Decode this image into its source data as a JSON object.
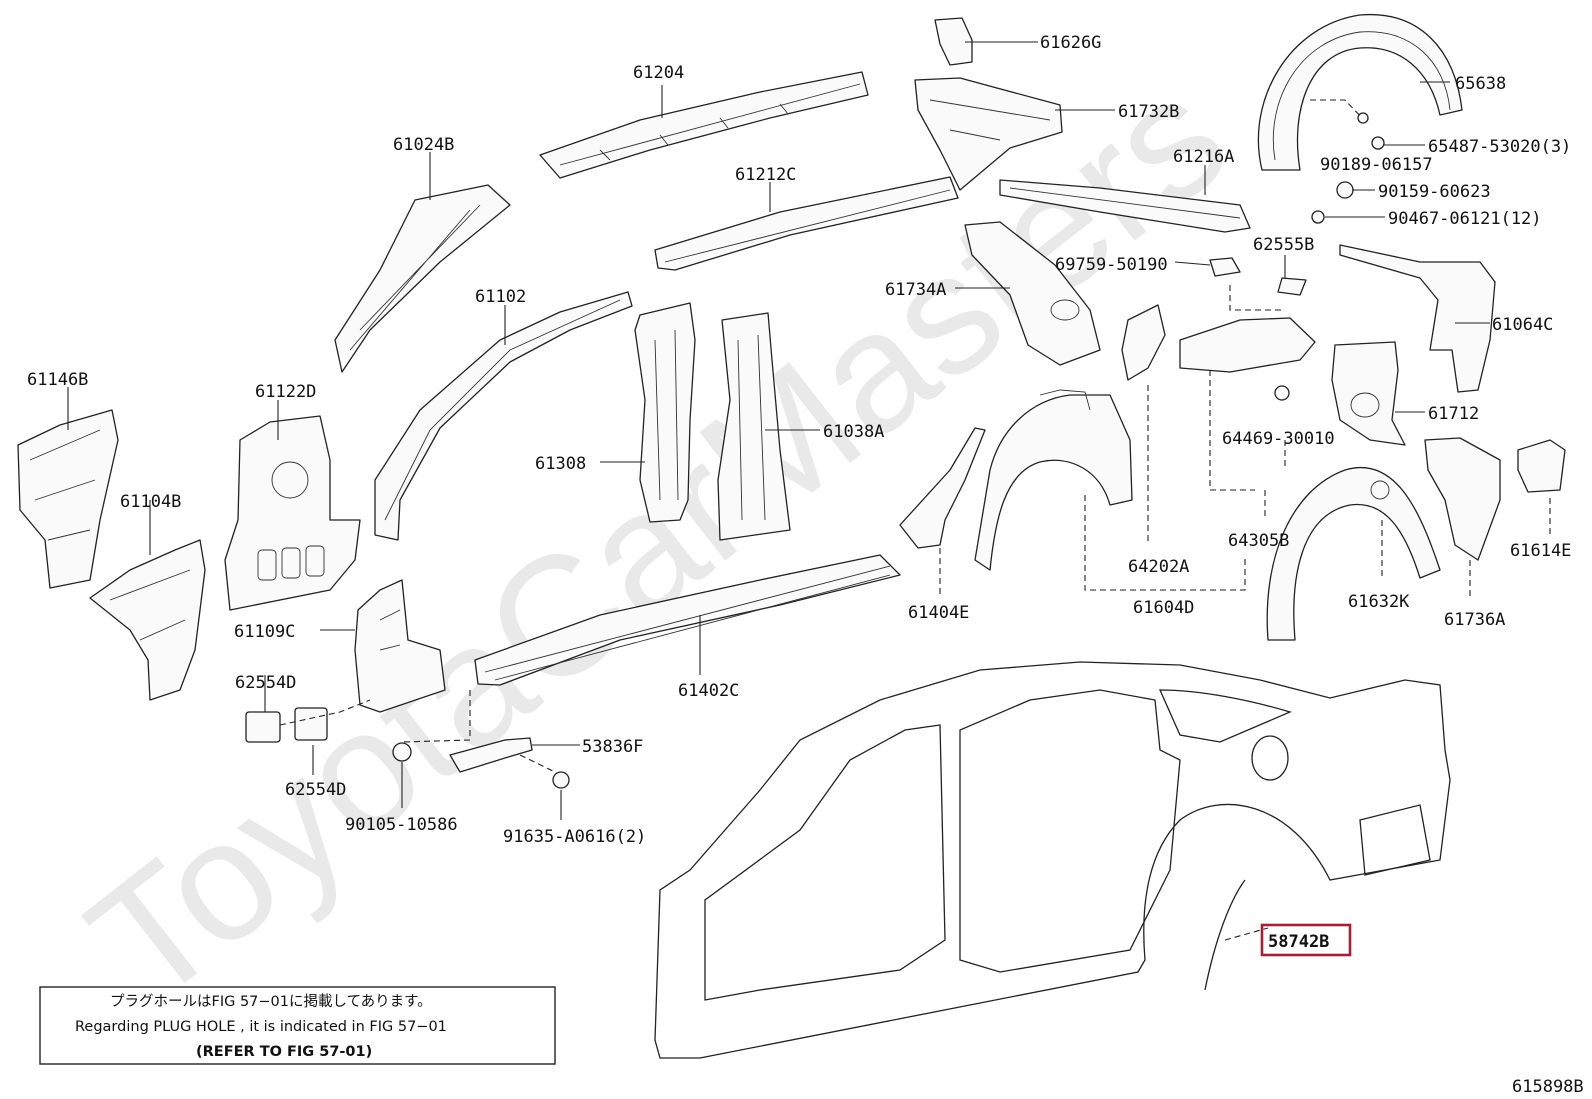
{
  "watermark": "ToyotaCarMasters",
  "diagram_id": "615898B",
  "highlight_color": "#a32035",
  "highlighted_part": "58742B",
  "callouts": [
    {
      "id": "p61626G",
      "label": "61626G"
    },
    {
      "id": "p61204",
      "label": "61204"
    },
    {
      "id": "p61732B",
      "label": "61732B"
    },
    {
      "id": "p65638",
      "label": "65638"
    },
    {
      "id": "p65487",
      "label": "65487-53020(3)"
    },
    {
      "id": "p90189",
      "label": "90189-06157"
    },
    {
      "id": "p90159",
      "label": "90159-60623"
    },
    {
      "id": "p90467",
      "label": "90467-06121(12)"
    },
    {
      "id": "p61024B",
      "label": "61024B"
    },
    {
      "id": "p61212C",
      "label": "61212C"
    },
    {
      "id": "p61216A",
      "label": "61216A"
    },
    {
      "id": "p62555B",
      "label": "62555B"
    },
    {
      "id": "p69759",
      "label": "69759-50190"
    },
    {
      "id": "p61734A",
      "label": "61734A"
    },
    {
      "id": "p61064C",
      "label": "61064C"
    },
    {
      "id": "p61102",
      "label": "61102"
    },
    {
      "id": "p61146B",
      "label": "61146B"
    },
    {
      "id": "p61122D",
      "label": "61122D"
    },
    {
      "id": "p61712",
      "label": "61712"
    },
    {
      "id": "p61038A",
      "label": "61038A"
    },
    {
      "id": "p64469",
      "label": "64469-30010"
    },
    {
      "id": "p61308",
      "label": "61308"
    },
    {
      "id": "p61104B",
      "label": "61104B"
    },
    {
      "id": "p64305B",
      "label": "64305B"
    },
    {
      "id": "p61614E",
      "label": "61614E"
    },
    {
      "id": "p64202A",
      "label": "64202A"
    },
    {
      "id": "p61632K",
      "label": "61632K"
    },
    {
      "id": "p61736A",
      "label": "61736A"
    },
    {
      "id": "p61604D",
      "label": "61604D"
    },
    {
      "id": "p61404E",
      "label": "61404E"
    },
    {
      "id": "p61109C",
      "label": "61109C"
    },
    {
      "id": "p62554D_a",
      "label": "62554D"
    },
    {
      "id": "p61402C",
      "label": "61402C"
    },
    {
      "id": "p53836F",
      "label": "53836F"
    },
    {
      "id": "p62554D_b",
      "label": "62554D"
    },
    {
      "id": "p90105",
      "label": "90105-10586"
    },
    {
      "id": "p91635",
      "label": "91635-A0616(2)"
    },
    {
      "id": "p58742B",
      "label": "58742B"
    }
  ],
  "note": {
    "line1": "プラグホールはFIG 57−01に掲載してあります。",
    "line2": "Regarding PLUG HOLE , it is indicated in FIG 57−01",
    "line3": "(REFER TO FIG 57-01)"
  }
}
